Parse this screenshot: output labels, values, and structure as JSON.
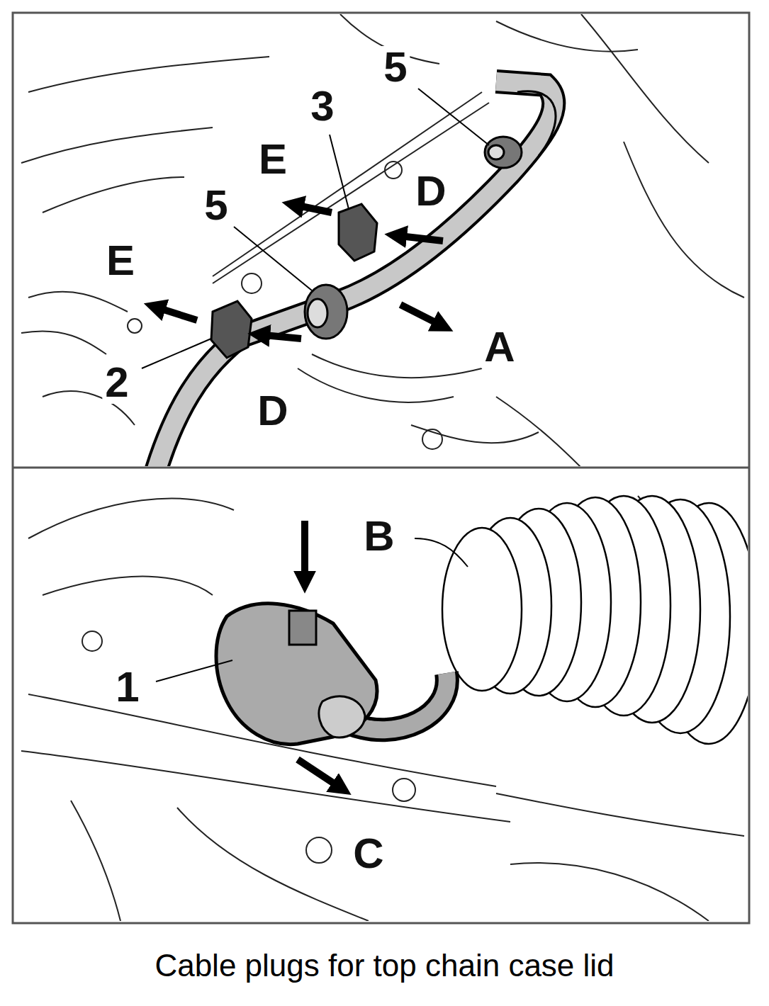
{
  "diagram": {
    "caption": "Cable plugs for top chain case lid",
    "labels": [
      "5",
      "3",
      "E",
      "D",
      "5",
      "E",
      "A",
      "2",
      "D",
      "B",
      "1",
      "C"
    ]
  }
}
